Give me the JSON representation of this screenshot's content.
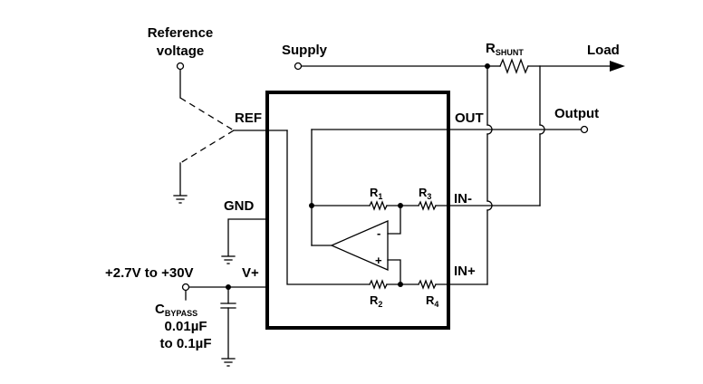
{
  "labels": {
    "reference_line1": "Reference",
    "reference_line2": "voltage",
    "supply": "Supply",
    "rshunt_main": "R",
    "rshunt_sub": "SHUNT",
    "load": "Load",
    "output": "Output",
    "ref": "REF",
    "out": "OUT",
    "gnd": "GND",
    "in_minus": "IN-",
    "in_plus": "IN+",
    "v_plus": "V+",
    "supply_range": "+2.7V to +30V",
    "cbypass_main": "C",
    "cbypass_sub": "BYPASS",
    "cbypass_value1": "0.01µF",
    "cbypass_value2": "to 0.1µF",
    "r1_main": "R",
    "r1_sub": "1",
    "r2_main": "R",
    "r2_sub": "2",
    "r3_main": "R",
    "r3_sub": "3",
    "r4_main": "R",
    "r4_sub": "4",
    "opamp_minus": "-",
    "opamp_plus": "+"
  },
  "colors": {
    "wire": "#000000",
    "background": "#ffffff"
  }
}
